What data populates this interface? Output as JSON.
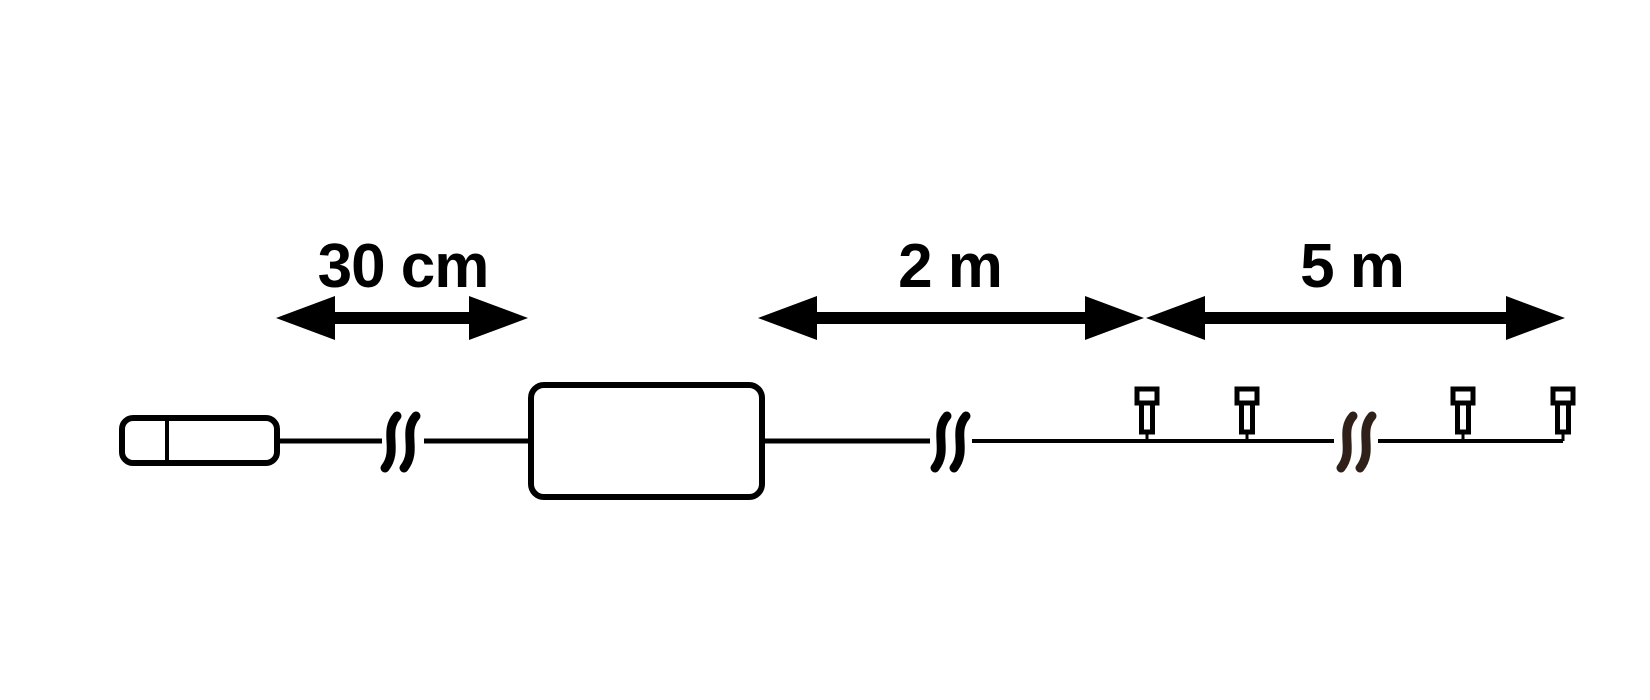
{
  "diagram": {
    "description_colors": {
      "background": "#ffffff",
      "line": "#000000",
      "break_symbol_1": "#000000",
      "break_symbol_2": "#000000",
      "break_symbol_3": "#2f2119"
    },
    "measurements": [
      {
        "id": "plug-to-driver",
        "label": "30 cm"
      },
      {
        "id": "driver-to-first-led",
        "label": "2 m"
      },
      {
        "id": "led-string",
        "label": "5 m"
      }
    ],
    "icons": [
      "plug-connector-icon",
      "cable-break-icon",
      "driver-box-icon",
      "led-bulb-icon",
      "dimension-arrow-icon"
    ],
    "led_count": 4
  }
}
